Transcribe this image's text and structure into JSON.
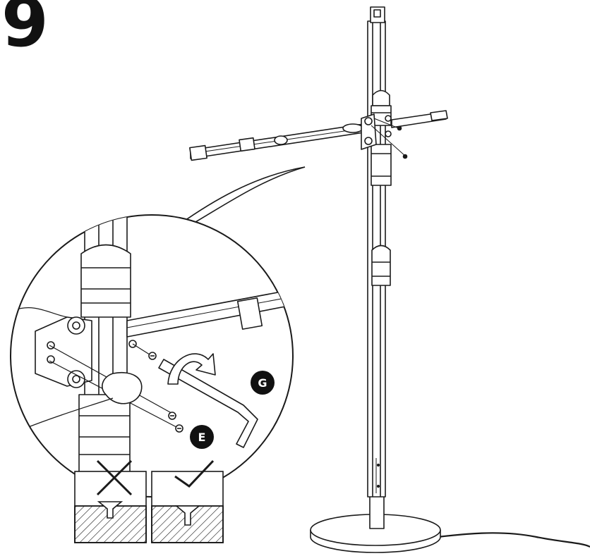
{
  "step": {
    "number": "9"
  },
  "callouts": {
    "allen_key": "G",
    "screws": "E"
  },
  "indicators": {
    "incorrect": "cross-mark",
    "correct": "check-mark"
  },
  "colors": {
    "line": "#1a1a1a",
    "badge_fill": "#111111",
    "badge_text": "#ffffff",
    "background": "#ffffff"
  }
}
